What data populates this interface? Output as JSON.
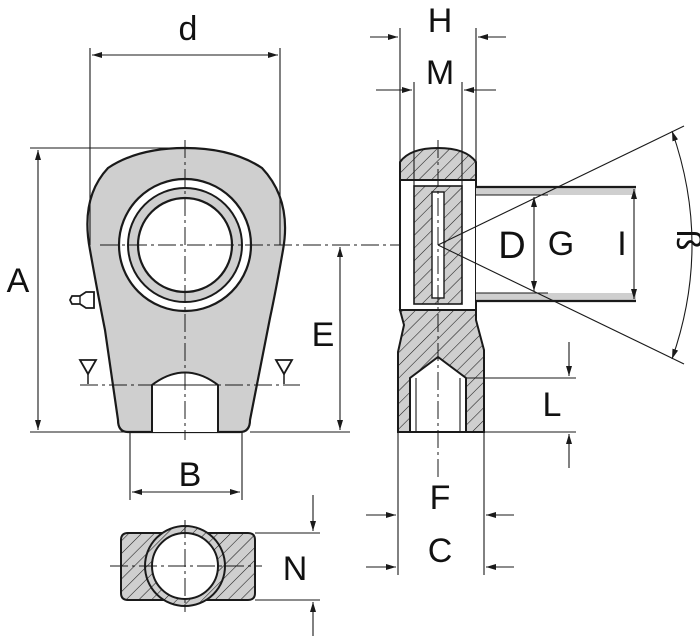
{
  "labels": {
    "d": "d",
    "H": "H",
    "M": "M",
    "A": "A",
    "E": "E",
    "B": "B",
    "D": "D",
    "G": "G",
    "I": "I",
    "beta": "ß",
    "L": "L",
    "F": "F",
    "C": "C",
    "N": "N"
  },
  "colors": {
    "part_fill": "#cfcfcf",
    "line": "#1a1a1a",
    "background": "#ffffff"
  },
  "icons": {
    "level_marker": "triangle-down-icon"
  }
}
